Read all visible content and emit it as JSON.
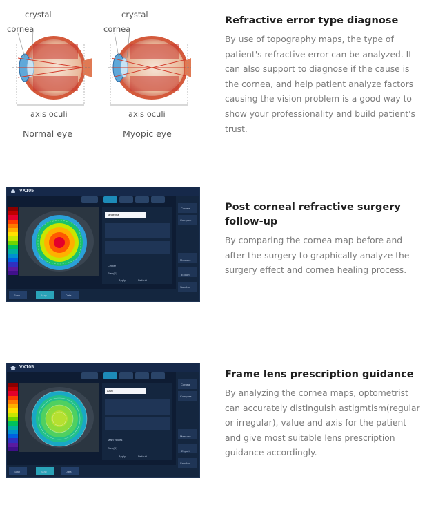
{
  "section1": {
    "heading": "Refractive error type diagnose",
    "body": "By use of topography maps, the type of patient's refractive error can be analyzed. It can also support to diagnose if the cause is the cornea, and help patient analyze factors causing the vision problem is a good way to show your professionality and build patient's trust.",
    "normal_eye": {
      "crystal": "crystal",
      "cornea": "cornea",
      "axis": "axis oculi",
      "caption": "Normal eye"
    },
    "myopic_eye": {
      "crystal": "crystal",
      "cornea": "cornea",
      "axis": "axis oculi",
      "caption": "Myopic eye"
    }
  },
  "section2": {
    "heading": "Post corneal refractive surgery follow-up",
    "body": "By comparing the cornea map before and after the surgery to graphically analyze the surgery effect and cornea healing process.",
    "device": {
      "logo": "VX105",
      "dropdown": "Tangential",
      "bottom": [
        "Scan",
        "Map",
        "Data"
      ],
      "side": [
        "Corneal",
        "Compare",
        "Measure",
        "Export",
        "Sandbot"
      ],
      "controls": [
        "Center",
        "Step(D)",
        "Apply",
        "Default"
      ]
    }
  },
  "section3": {
    "heading": "Frame lens prescription guidance",
    "body": "By analyzing the cornea maps, optometrist can accurately distinguish astigmtism(regular or irregular), value and axis for the patient and give most suitable lens prescription guidance accordingly.",
    "device": {
      "logo": "VX105",
      "dropdown": "Axial",
      "bottom": [
        "Scan",
        "Map",
        "Data"
      ],
      "side": [
        "Corneal",
        "Compare",
        "Measure",
        "Export",
        "Sandbot"
      ],
      "controls": [
        "Main values",
        "Step(D)",
        "Apply",
        "Default"
      ]
    }
  },
  "colors": {
    "heading": "#1f1f1f",
    "body": "#7a7a7a",
    "device_bg": "#0e1c33",
    "accent": "#1d8bb8"
  }
}
